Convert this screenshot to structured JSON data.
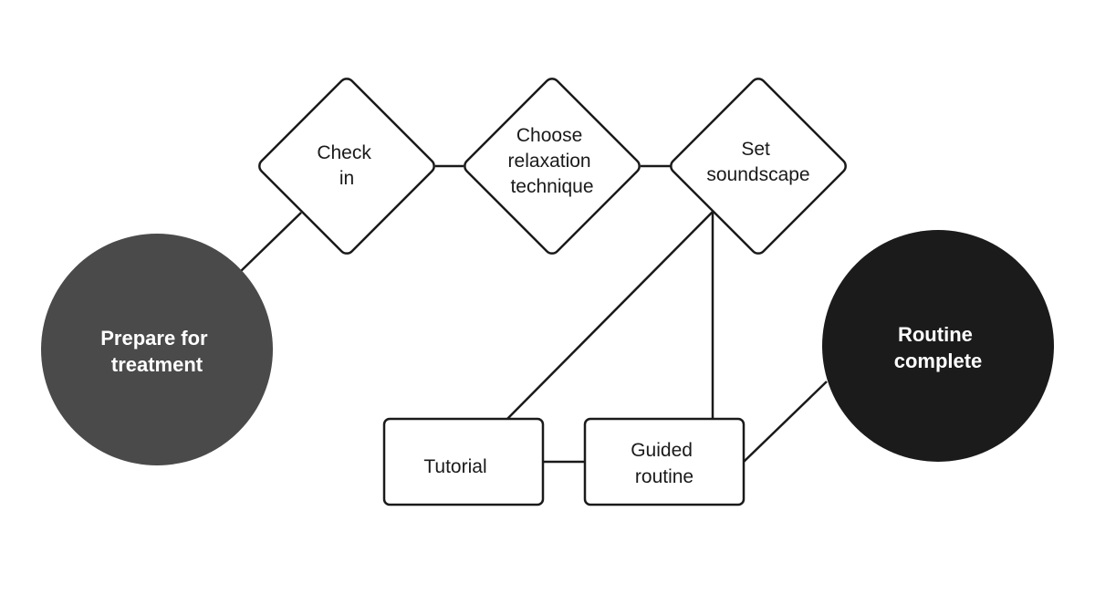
{
  "diagram": {
    "start": {
      "lines": [
        "Prepare for",
        "treatment"
      ],
      "fill": "#4a4a4a"
    },
    "end": {
      "lines": [
        "Routine",
        "complete"
      ],
      "fill": "#1b1b1b"
    },
    "check_in": {
      "lines": [
        "Check",
        "in"
      ]
    },
    "choose_technique": {
      "lines": [
        "Choose",
        "relaxation",
        "technique"
      ]
    },
    "set_soundscape": {
      "lines": [
        "Set",
        "soundscape"
      ]
    },
    "tutorial": {
      "lines": [
        "Tutorial"
      ]
    },
    "guided_routine": {
      "lines": [
        "Guided",
        "routine"
      ]
    }
  }
}
